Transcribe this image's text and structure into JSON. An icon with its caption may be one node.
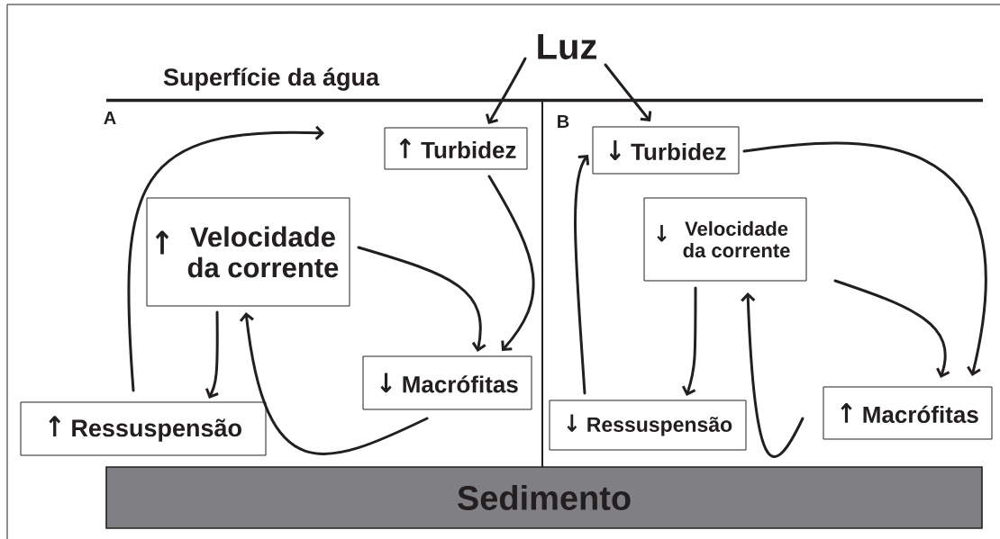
{
  "diagram": {
    "nodes": [
      {
        "text": [
          "Luz"
        ]
      },
      {
        "text": [
          "↑",
          "Turbidez"
        ]
      },
      {
        "text": [
          "↑",
          "Velocidade da corrente"
        ]
      },
      {
        "text": [
          "↓",
          "Macrófitas"
        ]
      },
      {
        "text": [
          "↑",
          "Ressuspensão"
        ]
      },
      {
        "text": [
          "↓",
          "Turbidez"
        ]
      },
      {
        "text": [
          "↓",
          "Velocidade da corrente"
        ]
      },
      {
        "text": [
          "↓",
          "Ressuspensão"
        ]
      },
      {
        "text": [
          "↑",
          "Macrófitas"
        ]
      },
      {
        "text": [
          "Sedimento"
        ]
      }
    ],
    "edges": [
      {
        "from": 0,
        "to": 1,
        "arrow": "to"
      },
      {
        "from": 0,
        "to": 5,
        "arrow": "to"
      },
      {
        "from": 4,
        "to": null,
        "arrow": "to"
      },
      {
        "from": 2,
        "to": 4,
        "arrow": "to"
      },
      {
        "from": 2,
        "to": 3,
        "arrow": "to"
      },
      {
        "from": 1,
        "to": 3,
        "arrow": "to"
      },
      {
        "from": 3,
        "to": 2,
        "arrow": "to"
      },
      {
        "from": 7,
        "to": 5,
        "arrow": "to"
      },
      {
        "from": 5,
        "to": 8,
        "arrow": "to"
      },
      {
        "from": 6,
        "to": 7,
        "arrow": "to"
      },
      {
        "from": 6,
        "to": 8,
        "arrow": "to"
      },
      {
        "from": 8,
        "to": 6,
        "arrow": "to"
      }
    ],
    "labels": [
      "Superfície da água",
      "A",
      "B"
    ]
  }
}
